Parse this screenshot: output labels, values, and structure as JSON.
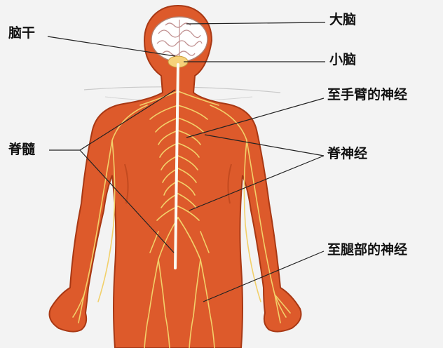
{
  "labels": {
    "brainstem": "脑干",
    "cerebrum": "大脑",
    "cerebellum": "小脑",
    "arm_nerves": "至手臂的神经",
    "spinal_cord": "脊髓",
    "spinal_nerves": "脊神经",
    "leg_nerves": "至腿部的神经"
  },
  "colors": {
    "background": "#f3f3f3",
    "body": "#dd5a2b",
    "body_outline": "#a83814",
    "nerve": "#f2d06a",
    "spinal_cord": "#fbfbf3",
    "brain": "#ffffff",
    "leader_line": "#222222"
  }
}
